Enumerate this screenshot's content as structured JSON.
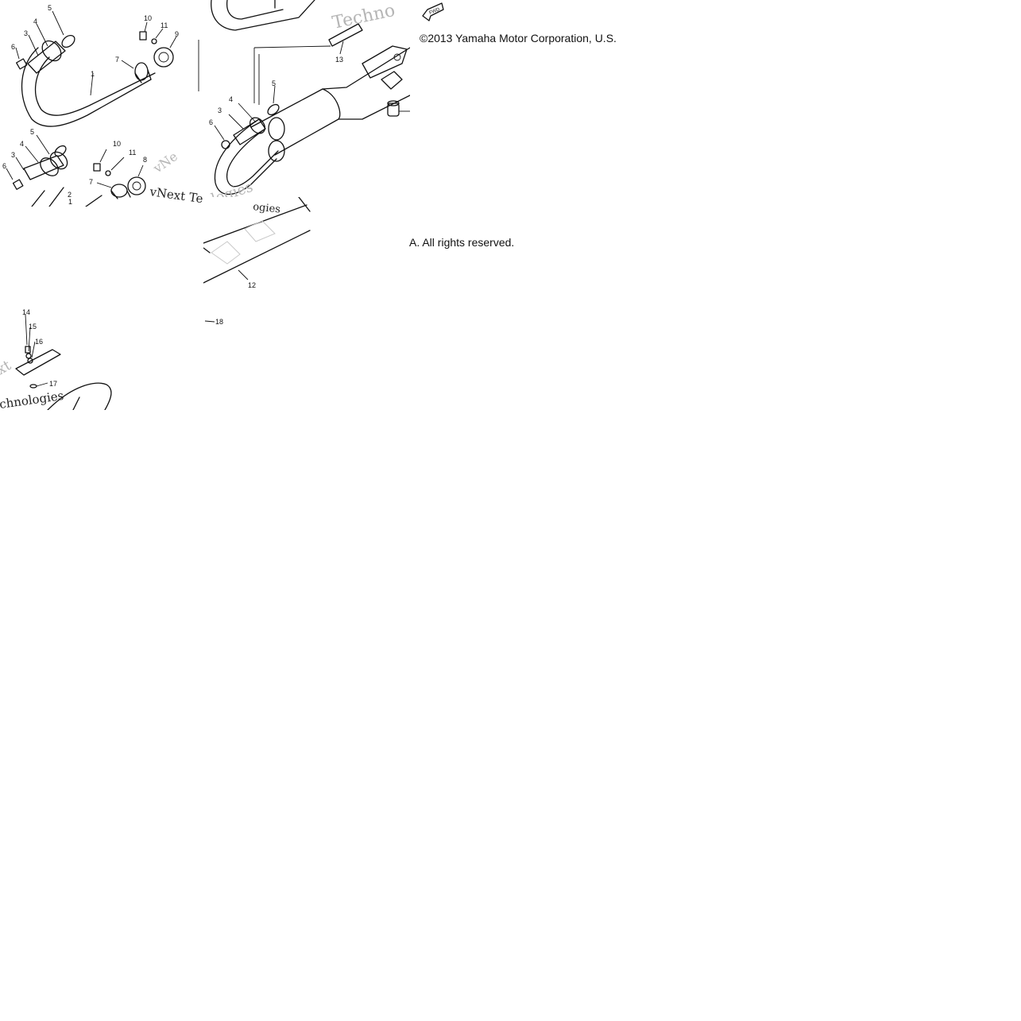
{
  "copyright": {
    "line1": "©2013 Yamaha Motor Corporation, U.S.",
    "line2": "A. All rights reserved."
  },
  "watermark": {
    "fragment_1": "Techno",
    "fragment_2": "vNext Te",
    "fragment_3": "ologies",
    "fragment_4": "chnologies",
    "fragment_5": "xt",
    "fragment_6": "ogies",
    "fragment_7": "vNe"
  },
  "fwd_label": "FWD",
  "callouts": {
    "tile_a": [
      "5",
      "4",
      "3",
      "6",
      "1",
      "10",
      "11",
      "9",
      "7"
    ],
    "tile_b": [
      "5",
      "4",
      "3",
      "6",
      "2",
      "1",
      "10",
      "11",
      "8",
      "7"
    ],
    "tile_c": [
      "13",
      "5",
      "4",
      "3",
      "6",
      "12",
      "18"
    ],
    "tile_d": [
      "14",
      "15",
      "16",
      "17"
    ]
  },
  "colors": {
    "line": "#111111",
    "watermark": "#b5b5b5",
    "background": "#ffffff"
  }
}
